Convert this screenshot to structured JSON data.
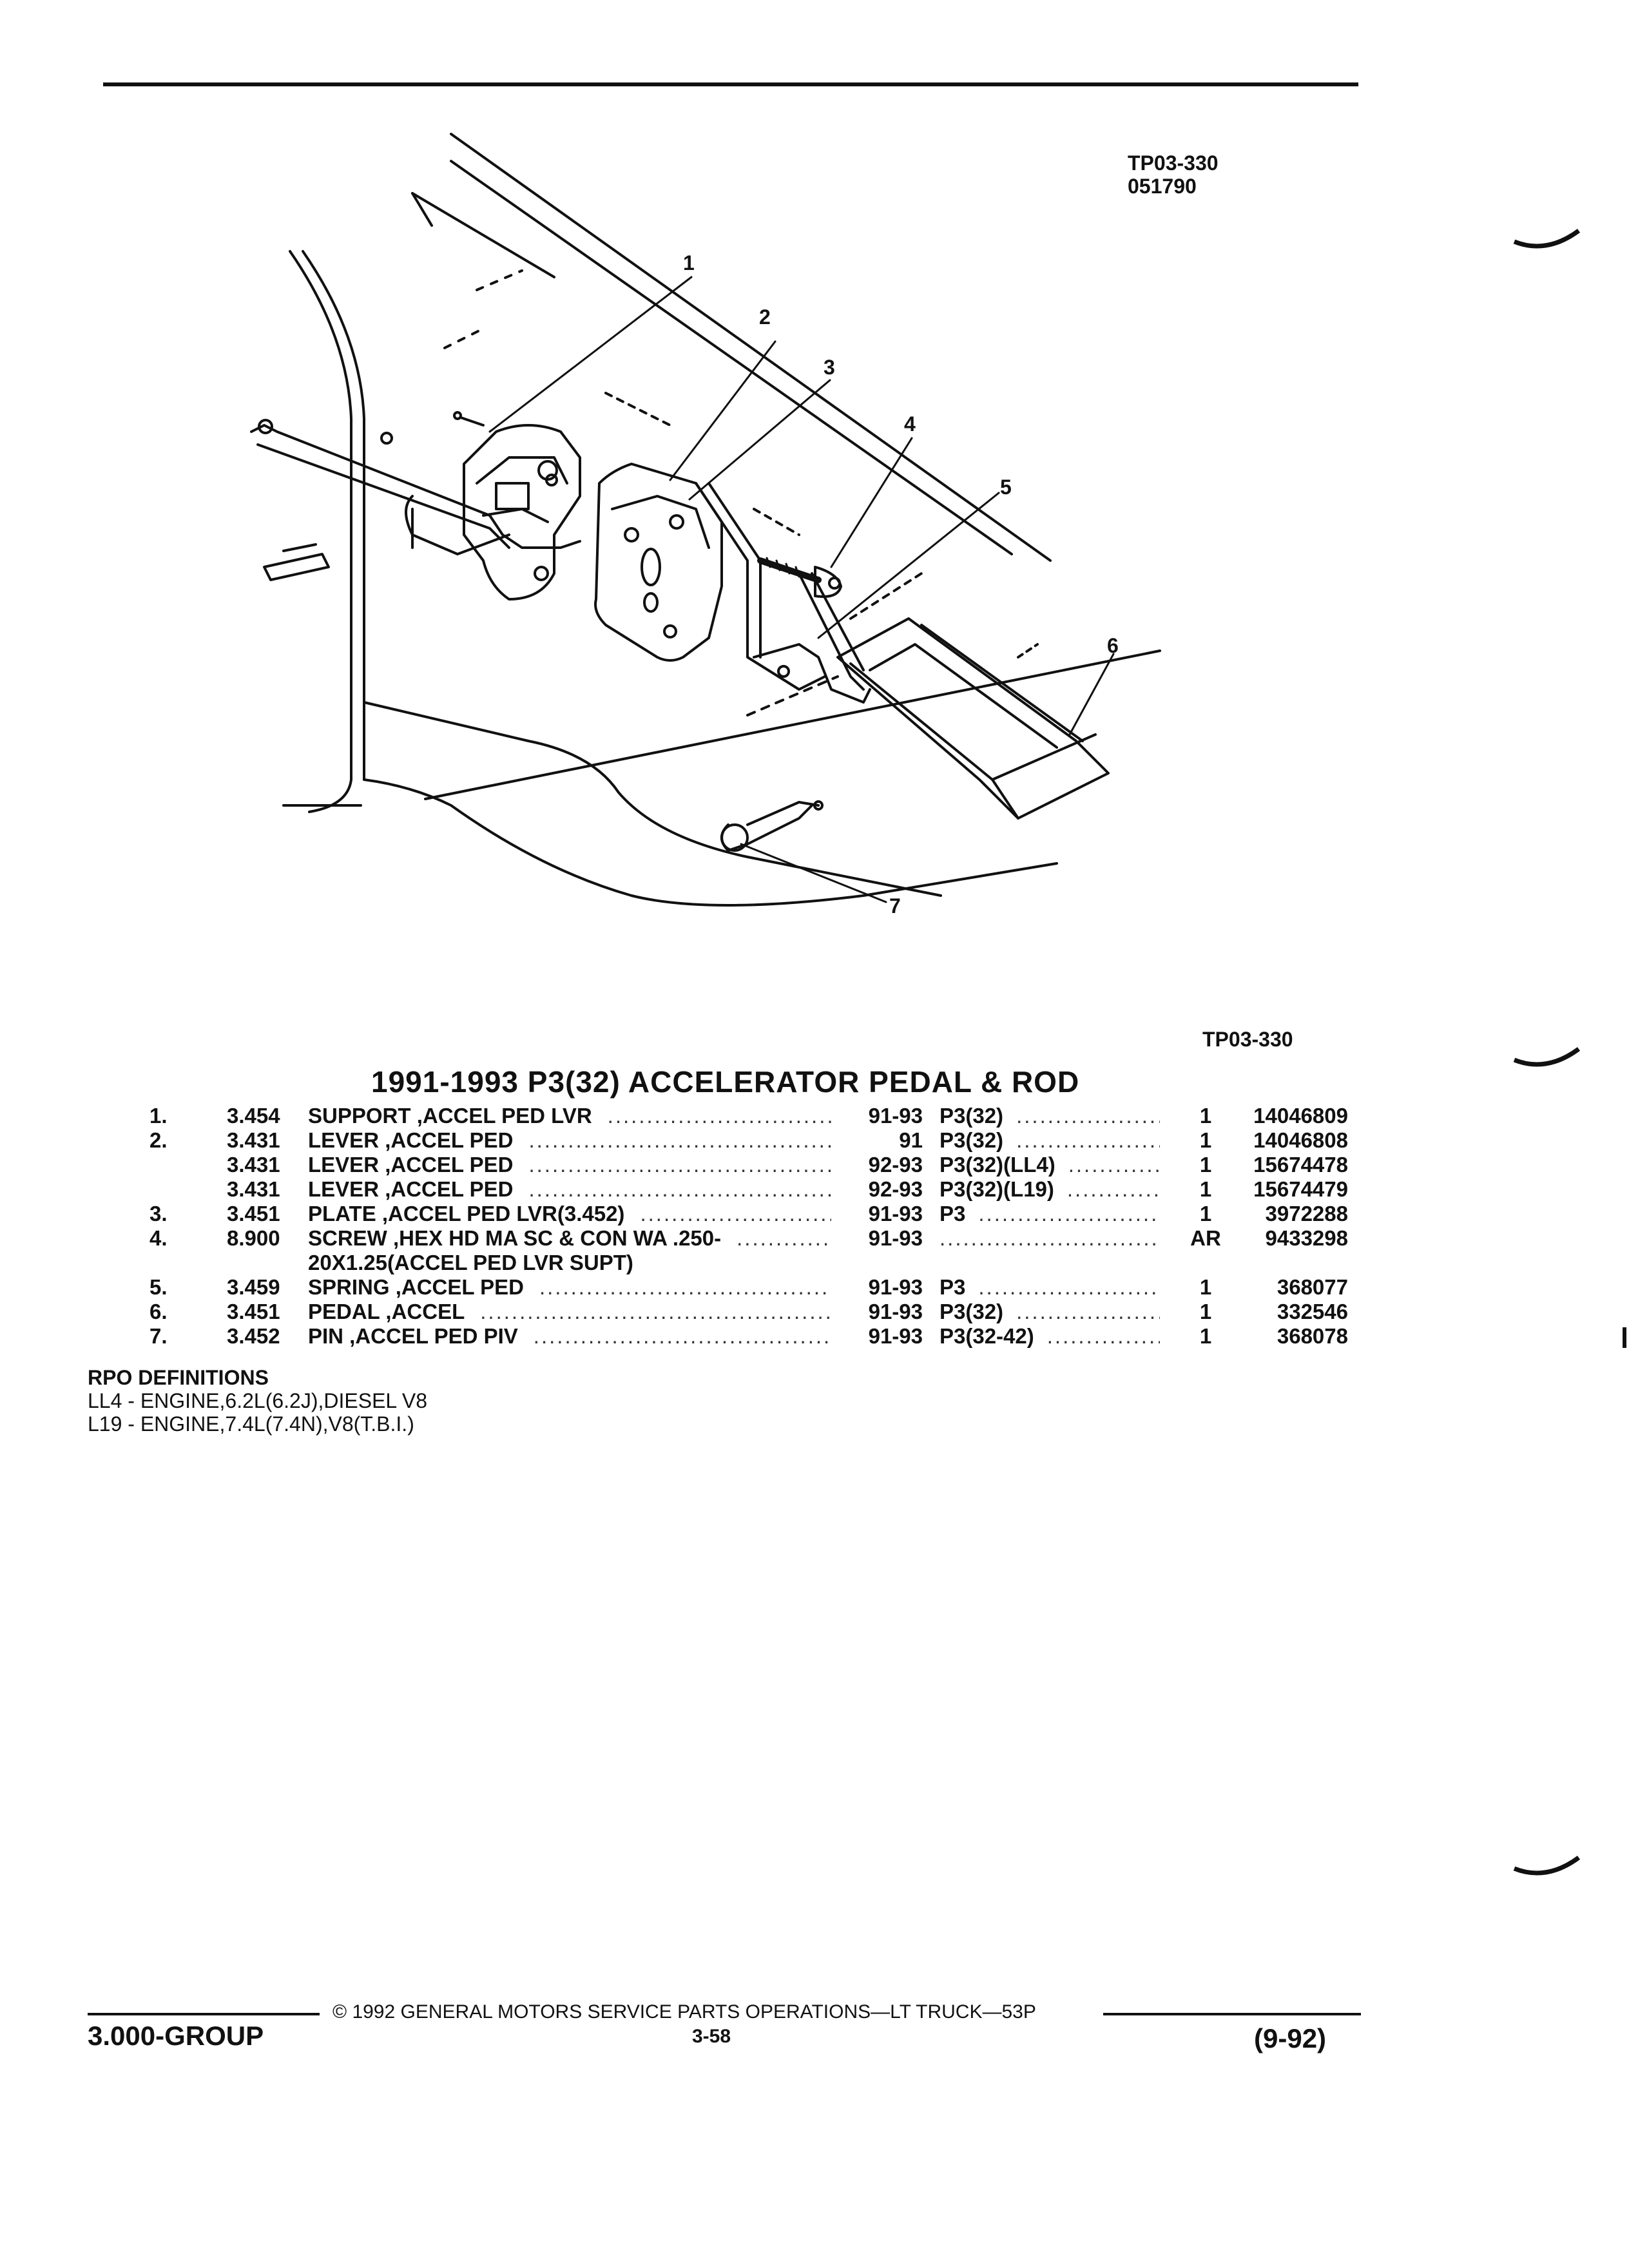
{
  "header": {
    "code": "TP03-330",
    "date": "051790"
  },
  "diagram": {
    "callouts": [
      "1",
      "2",
      "3",
      "4",
      "5",
      "6",
      "7"
    ]
  },
  "figure_ref": "TP03-330",
  "section_title": "1991-1993 P3(32) ACCELERATOR PEDAL & ROD",
  "parts": [
    {
      "num": "1.",
      "group": "3.454",
      "desc": "SUPPORT ,ACCEL PED LVR",
      "years": "91-93",
      "model": "P3(32)",
      "qty": "1",
      "part": "14046809"
    },
    {
      "num": "2.",
      "group": "3.431",
      "desc": "LEVER ,ACCEL PED",
      "years": "91",
      "model": "P3(32)",
      "qty": "1",
      "part": "14046808"
    },
    {
      "num": "",
      "group": "3.431",
      "desc": "LEVER ,ACCEL PED",
      "years": "92-93",
      "model": "P3(32)(LL4)",
      "qty": "1",
      "part": "15674478"
    },
    {
      "num": "",
      "group": "3.431",
      "desc": "LEVER ,ACCEL PED",
      "years": "92-93",
      "model": "P3(32)(L19)",
      "qty": "1",
      "part": "15674479"
    },
    {
      "num": "3.",
      "group": "3.451",
      "desc": "PLATE ,ACCEL PED LVR(3.452)",
      "years": "91-93",
      "model": "P3",
      "qty": "1",
      "part": "3972288"
    },
    {
      "num": "4.",
      "group": "8.900",
      "desc": "SCREW ,HEX HD MA SC & CON WA .250-",
      "years": "91-93",
      "model": "",
      "qty": "AR",
      "part": "9433298"
    },
    {
      "num": "",
      "group": "",
      "desc": "20X1.25(ACCEL PED LVR SUPT)",
      "years": "",
      "model": "",
      "qty": "",
      "part": ""
    },
    {
      "num": "5.",
      "group": "3.459",
      "desc": "SPRING ,ACCEL PED",
      "years": "91-93",
      "model": "P3",
      "qty": "1",
      "part": "368077"
    },
    {
      "num": "6.",
      "group": "3.451",
      "desc": "PEDAL ,ACCEL",
      "years": "91-93",
      "model": "P3(32)",
      "qty": "1",
      "part": "332546"
    },
    {
      "num": "7.",
      "group": "3.452",
      "desc": "PIN ,ACCEL PED PIV",
      "years": "91-93",
      "model": "P3(32-42)",
      "qty": "1",
      "part": "368078"
    }
  ],
  "rpo": {
    "heading": "RPO DEFINITIONS",
    "items": [
      "LL4 - ENGINE,6.2L(6.2J),DIESEL V8",
      "L19 - ENGINE,7.4L(7.4N),V8(T.B.I.)"
    ]
  },
  "footer": {
    "copyright": "© 1992 GENERAL MOTORS SERVICE PARTS OPERATIONS—LT TRUCK—53P",
    "group": "3.000-GROUP",
    "page": "3-58",
    "revision": "(9-92)"
  }
}
